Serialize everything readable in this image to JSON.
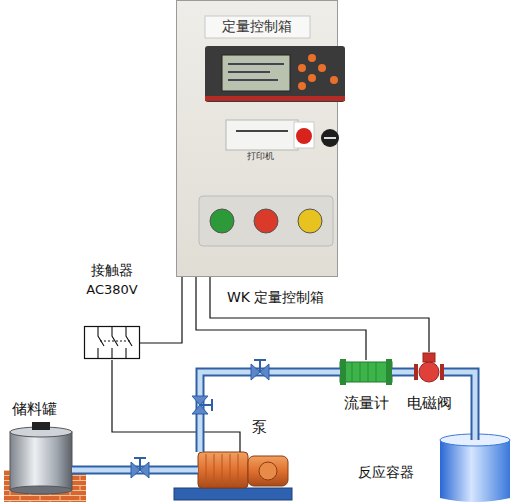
{
  "diagram": {
    "nodes": [
      {
        "text": [
          "定量控制箱",
          "WK 定量控制箱"
        ]
      },
      {
        "text": [
          "接触器",
          "AC380V"
        ]
      },
      {
        "text": [
          "储料罐"
        ]
      },
      {
        "text": [
          "泵"
        ]
      },
      {
        "text": [
          "流量计"
        ]
      },
      {
        "text": [
          "电磁阀"
        ]
      },
      {
        "text": [
          "反应容器"
        ]
      }
    ],
    "edges": [
      {
        "from": 0,
        "to": 1,
        "arrow": "none"
      },
      {
        "from": 1,
        "to": 3,
        "arrow": "none"
      },
      {
        "from": 0,
        "to": 4,
        "arrow": "none"
      },
      {
        "from": 0,
        "to": 5,
        "arrow": "none"
      },
      {
        "from": 2,
        "to": 3,
        "arrow": "none"
      },
      {
        "from": 3,
        "to": 4,
        "arrow": "none"
      },
      {
        "from": 4,
        "to": 5,
        "arrow": "none"
      },
      {
        "from": 5,
        "to": 6,
        "arrow": "none"
      }
    ],
    "labels": [
      "打印机"
    ]
  }
}
